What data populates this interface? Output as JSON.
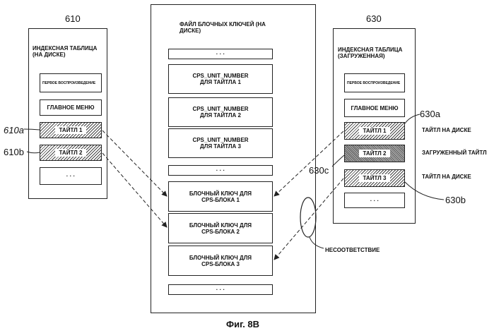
{
  "left": {
    "ref": "610",
    "title": "ИНДЕКСНАЯ ТАБЛИЦА (НА ДИСКЕ)",
    "first_play": "ПЕРВОЕ ВОСПРОИЗВЕДЕНИЕ",
    "main_menu": "ГЛАВНОЕ МЕНЮ",
    "title1": "ТАЙТЛ 1",
    "title2": "ТАЙТЛ 2",
    "dots": "· · ·",
    "ref_a": "610a",
    "ref_b": "610b"
  },
  "center": {
    "title": "ФАЙЛ БЛОЧНЫХ КЛЮЧЕЙ (НА ДИСКЕ)",
    "dots_top": "· · ·",
    "cps1": "CPS_UNIT_NUMBER ДЛЯ ТАЙТЛА 1",
    "cps2": "CPS_UNIT_NUMBER ДЛЯ ТАЙТЛА 2",
    "cps3": "CPS_UNIT_NUMBER ДЛЯ ТАЙТЛА 3",
    "dots_mid": "· · ·",
    "key1": "БЛОЧНЫЙ КЛЮЧ ДЛЯ CPS-БЛОКА 1",
    "key2": "БЛОЧНЫЙ КЛЮЧ ДЛЯ CPS-БЛОКА 2",
    "key3": "БЛОЧНЫЙ КЛЮЧ ДЛЯ CPS-БЛОКА 3",
    "dots_bottom": "· · ·"
  },
  "right": {
    "ref": "630",
    "title": "ИНДЕКСНАЯ ТАБЛИЦА (ЗАГРУЖЕННАЯ)",
    "first_play": "ПЕРВОЕ ВОСПРОИЗВЕДЕНИЕ",
    "main_menu": "ГЛАВНОЕ МЕНЮ",
    "title1": "ТАЙТЛ 1",
    "title2": "ТАЙТЛ 2",
    "title3": "ТАЙТЛ 3",
    "dots": "· · ·",
    "ref_a": "630a",
    "ref_b": "630b",
    "ref_c": "630c"
  },
  "annotations": {
    "title_on_disc_1": "ТАЙТЛ НА ДИСКЕ",
    "downloaded_title": "ЗАГРУЖЕННЫЙ ТАЙТЛ",
    "title_on_disc_2": "ТАЙТЛ НА ДИСКЕ",
    "mismatch": "НЕСООТВЕТСТВИЕ"
  },
  "caption": "Фиг. 8B"
}
